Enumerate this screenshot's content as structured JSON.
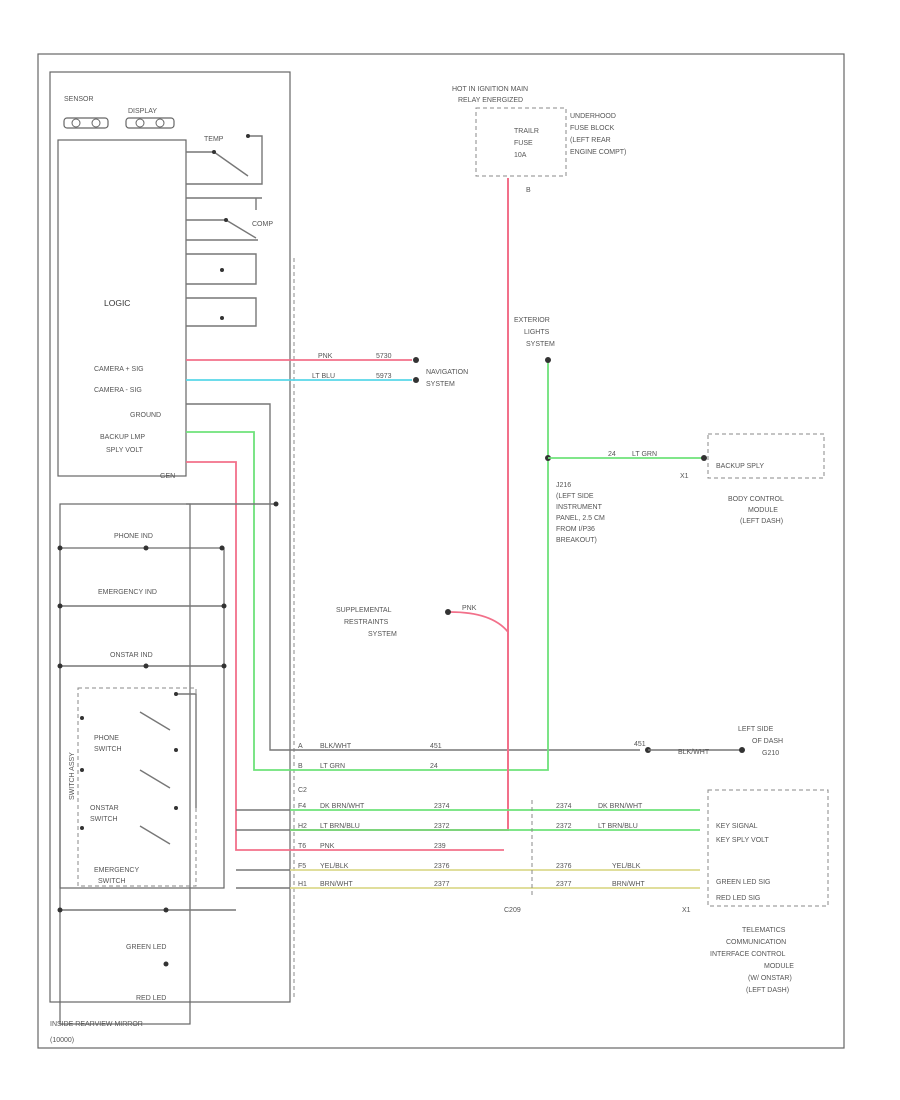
{
  "colors": {
    "pink": "#f2708a",
    "cyan": "#58d7e8",
    "green": "#6ee27a",
    "yellow": "#dcd98e",
    "gray": "#7a7a7a"
  },
  "mirror": {
    "title": "INSIDE REARVIEW MIRROR",
    "part_ref": "(10000)",
    "sensor_label": "SENSOR",
    "display_label": "DISPLAY",
    "temp_label": "TEMP",
    "comp_label": "COMP",
    "logic_label": "LOGIC",
    "camera_pos": "CAMERA + SIG",
    "camera_neg": "CAMERA - SIG",
    "ground": "GROUND",
    "backup_l1": "BACKUP LMP",
    "backup_l2": "SPLY VOLT",
    "gnd_small": "GEN",
    "phone_ind": "PHONE IND",
    "emergency_ind": "EMERGENCY IND",
    "onstar_ind": "ONSTAR IND",
    "phone_sw_1": "PHONE",
    "phone_sw_2": "SWITCH",
    "onstar_sw_1": "ONSTAR",
    "onstar_sw_2": "SWITCH",
    "emerg_sw_1": "EMERGENCY",
    "emerg_sw_2": "SWITCH",
    "vert_label": "SWITCH ASSY",
    "green_led": "GREEN LED",
    "red_led": "RED LED",
    "connector": "C2"
  },
  "fuse": {
    "header_l1": "HOT IN IGNITION MAIN",
    "header_l2": "RELAY ENERGIZED",
    "fuse_l1": "TRAILR",
    "fuse_l2": "FUSE",
    "fuse_l3": "10A",
    "block_l1": "UNDERHOOD",
    "block_l2": "FUSE BLOCK",
    "block_l3": "(LEFT REAR",
    "block_l4": "ENGINE COMPT)",
    "pin": "B"
  },
  "nav": {
    "l1": "NAVIGATION",
    "l2": "SYSTEM",
    "pink_color": "PNK",
    "pink_circuit": "5730",
    "blue_color": "LT BLU",
    "blue_circuit": "5973"
  },
  "ext_lights": {
    "l1": "EXTERIOR",
    "l2": "LIGHTS",
    "l3": "SYSTEM"
  },
  "splice": {
    "l1": "J216",
    "l2": "(LEFT SIDE",
    "l3": "INSTRUMENT",
    "l4": "PANEL, 2.5 CM",
    "l5": "FROM I/P36",
    "l6": "BREAKOUT)"
  },
  "bcm": {
    "box_label": "BACKUP SPLY",
    "pin": "X1",
    "l1": "BODY CONTROL",
    "l2": "MODULE",
    "l3": "(LEFT DASH)",
    "wire_circuit": "24",
    "wire_color": "LT GRN"
  },
  "srs": {
    "l1": "SUPPLEMENTAL",
    "l2": "RESTRAINTS",
    "l3": "SYSTEM",
    "wire_color": "PNK"
  },
  "ground_pt": {
    "l1": "LEFT SIDE",
    "l2": "OF DASH",
    "l3": "G210",
    "color": "BLK/WHT",
    "circuit": "451"
  },
  "tcic": {
    "keypad_signal": "KEY SIGNAL",
    "keypad_volt": "KEY SPLY VOLT",
    "green_led_sig": "GREEN LED SIG",
    "red_led_sig": "RED LED SIG",
    "pin": "X1",
    "l1": "TELEMATICS",
    "l2": "COMMUNICATION",
    "l3": "INTERFACE CONTROL",
    "l4": "MODULE",
    "l5": "(W/ ONSTAR)",
    "l6": "(LEFT DASH)",
    "connector": "C209"
  },
  "wires": [
    {
      "pin": "A",
      "color": "BLK/WHT",
      "circuit": "451"
    },
    {
      "pin": "B",
      "color": "LT GRN",
      "circuit": "24"
    },
    {
      "pin": "F4",
      "color": "DK BRN/WHT",
      "circuit": "2374"
    },
    {
      "pin": "H2",
      "color": "LT BRN/BLU",
      "circuit": "2372"
    },
    {
      "pin": "T6",
      "color": "PNK",
      "circuit": "239"
    },
    {
      "pin": "F5",
      "color": "YEL/BLK",
      "circuit": "2376"
    },
    {
      "pin": "H1",
      "color": "BRN/WHT",
      "circuit": "2377"
    }
  ]
}
